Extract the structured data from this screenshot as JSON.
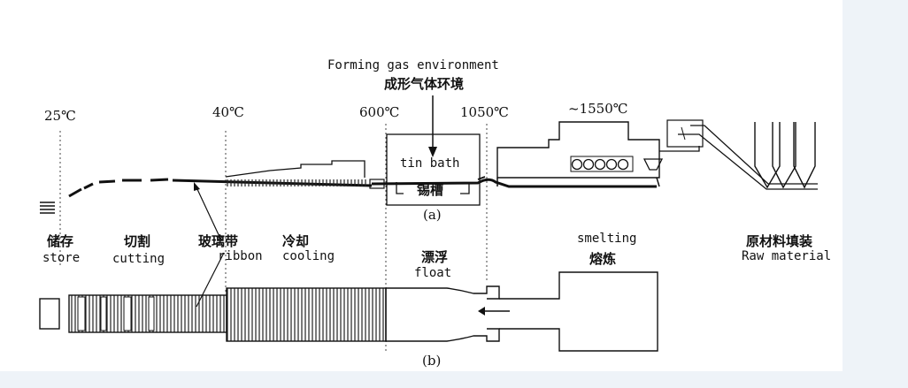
{
  "top_note": {
    "en": "Forming gas environment",
    "zh": "成形气体环境"
  },
  "temperatures": {
    "t25": "25℃",
    "t40": "40℃",
    "t600": "600℃",
    "t1050": "1050℃",
    "t1550": "~1550℃"
  },
  "tin_bath": {
    "en": "tin bath",
    "zh": "锡槽"
  },
  "captions": {
    "a": "(a)",
    "b": "(b)"
  },
  "stages": {
    "store": {
      "zh": "储存",
      "en": "store"
    },
    "cutting": {
      "zh": "切割",
      "en": "cutting"
    },
    "ribbon": {
      "zh": "玻璃带",
      "en": "ribbon"
    },
    "cooling": {
      "zh": "冷却",
      "en": "cooling"
    },
    "float": {
      "zh": "漂浮",
      "en": "float"
    },
    "smelting": {
      "en": "smelting",
      "zh": "熔炼"
    },
    "raw": {
      "zh": "原材料填装",
      "en": "Raw material"
    }
  },
  "colors": {
    "background": "#eef3f8",
    "panel": "#ffffff",
    "ink": "#111111"
  }
}
